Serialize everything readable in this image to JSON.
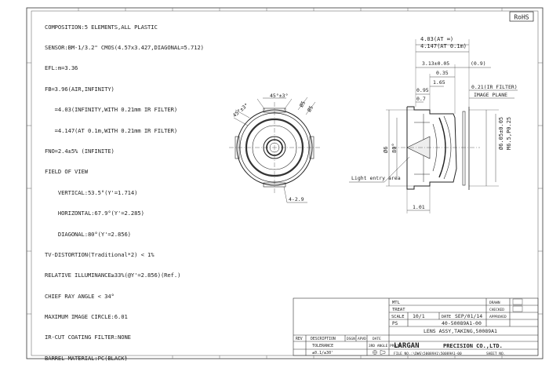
{
  "spec_lines": [
    "COMPOSITION:5 ELEMENTS,ALL PLASTIC",
    "SENSOR:BM-1/3.2\" CMOS(4.57x3.427,DIAGONAL=5.712)",
    "EFL:m=3.36",
    "FB=3.96(AIR,INFINITY)",
    "   =4.03(INFINITY,WITH 0.21mm IR FILTER)",
    "   =4.147(AT 0.1m,WITH 0.21mm IR FILTER)",
    "FNO=2.4±5% (INFINITE)",
    "FIELD OF VIEW",
    "    VERTICAL:53.5°(Y'=1.714)",
    "    HORIZONTAL:67.9°(Y'=2.285)",
    "    DIAGONAL:80°(Y'=2.856)",
    "TV-DISTORTION(Traditional*2) < 1%",
    "RELATIVE ILLUMINANCE≥33%(@Y'=2.856)(Ref.)",
    "CHIEF RAY ANGLE < 34°",
    "MAXIMUM IMAGE CIRCLE:6.01",
    "IR-CUT COATING FILTER:NONE",
    "BARREL MATERIAL:PC(BLACK)"
  ],
  "badge": "RoHS",
  "front_view": {
    "chamfer_top": "45°±3°",
    "chamfer_left": "45°±3°",
    "dim_right_1": "Ø5",
    "dim_right_2": "Ø5",
    "slot": "4-2.9"
  },
  "side_view": {
    "fb_inf": "4.03(AT ∞)",
    "fb_near": "4.147(AT 0.1m)",
    "d_313": "3.13±0.05",
    "d_09": "(0.9)",
    "d_035": "0.35",
    "d_165": "1.65",
    "d_095": "0.95",
    "d_07": "0.7",
    "d_021": "0.21(IR FILTER)",
    "image_plane": "IMAGE PLANE",
    "dia6": "Ø6",
    "angle80": "80°",
    "thread": "M6.5,P0.25",
    "dia605": "Ø6.05±0.05",
    "light_entry": "Light entry area",
    "d_101": "1.01"
  },
  "title_block": {
    "mtl": "MTL",
    "treat": "TREAT",
    "scale_label": "SCALE",
    "scale": "10/1",
    "date_label": "DATE",
    "date": "SEP/01/14",
    "ps": "PS",
    "drawing_no": "40-50089A1-00",
    "drawn": "DRAWN",
    "checked": "CHECKED",
    "approved": "APPROVED",
    "title": "LENS ASSY,TAKING,50089A1",
    "rev": "REV",
    "description": "DESCRIPTION",
    "dsgn": "DSGN",
    "apvd": "APVD",
    "date2": "DATE",
    "tolerance": "TOLERANCE",
    "tol_value": "±0.1/±30'",
    "angle_proj": "3RD ANGLE PROJN",
    "company": "LARGAN",
    "company2": "PRECISION CO.,LTD.",
    "file": "FILE NO.:\\DWG\\50089A1\\50089A1-00",
    "sheet": "SHEET NO."
  }
}
